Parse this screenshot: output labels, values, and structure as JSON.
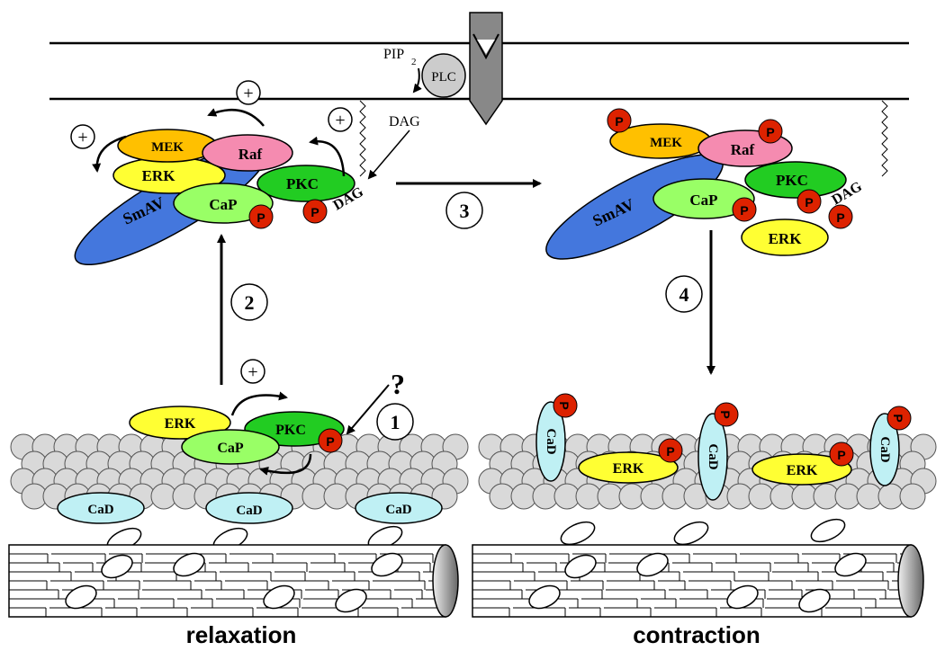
{
  "membrane": {
    "pip2": "PIP",
    "pip2_sub": "2",
    "plc": "PLC",
    "dag": "DAG"
  },
  "proteins": {
    "mek": "MEK",
    "raf": "Raf",
    "erk": "ERK",
    "cap": "CaP",
    "pkc": "PKC",
    "smav": "SmAV",
    "cad": "CaD",
    "dag": "DAG",
    "p": "P"
  },
  "symbols": {
    "plus": "+",
    "question": "?"
  },
  "steps": {
    "s1": "1",
    "s2": "2",
    "s3": "3",
    "s4": "4"
  },
  "captions": {
    "left": "relaxation",
    "right": "contraction"
  },
  "colors": {
    "mek": "#ffc000",
    "raf": "#f58bb0",
    "erk": "#ffff33",
    "cap": "#99ff66",
    "pkc": "#22cc22",
    "smav": "#4477dd",
    "cad": "#bff0f4",
    "phospho": "#dd2200",
    "actin": "#d9d9d9",
    "receptor": "#888888"
  }
}
